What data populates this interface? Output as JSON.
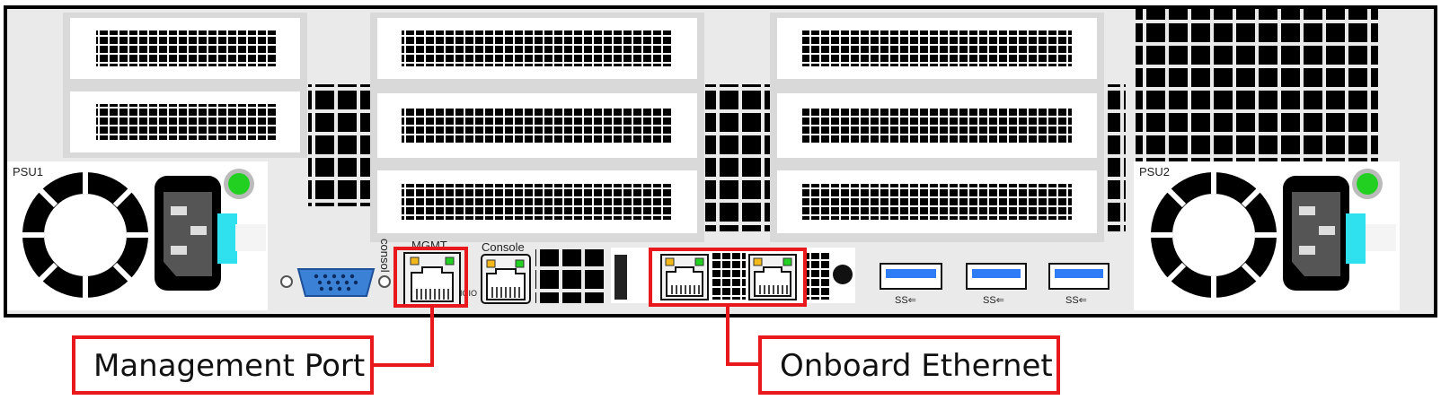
{
  "chassis": {
    "psu_left_label": "PSU1",
    "psu_right_label": "PSU2",
    "mgmt_label": "MGMT",
    "console_label": "Console",
    "console_vertical_label": "consol",
    "ioio_label": "IOIO",
    "usb_symbol": "SS⇐"
  },
  "callouts": {
    "management": "Management Port",
    "onboard": "Onboard Ethernet"
  },
  "colors": {
    "highlight": "#e8181c",
    "led_green": "#22d022",
    "led_amber": "#f3b81a",
    "usb_blue": "#2e7cf6",
    "vga_blue": "#3b82d6",
    "latch_cyan": "#2fe0ee"
  }
}
